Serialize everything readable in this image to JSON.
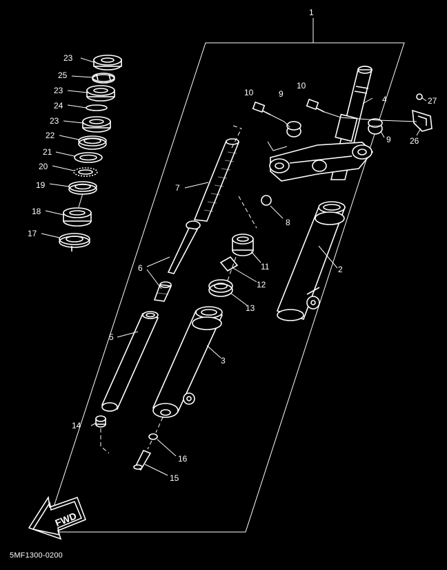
{
  "diagram": {
    "drawing_code": "5MF1300-0200",
    "fwd_label": "FWD",
    "callouts": [
      "1",
      "2",
      "3",
      "4",
      "5",
      "6",
      "7",
      "8",
      "9",
      "9",
      "10",
      "10",
      "11",
      "12",
      "13",
      "14",
      "15",
      "16",
      "17",
      "18",
      "19",
      "20",
      "21",
      "22",
      "23",
      "23",
      "23",
      "24",
      "25",
      "26",
      "27"
    ]
  },
  "colors": {
    "background": "#000000",
    "line": "#ffffff"
  }
}
